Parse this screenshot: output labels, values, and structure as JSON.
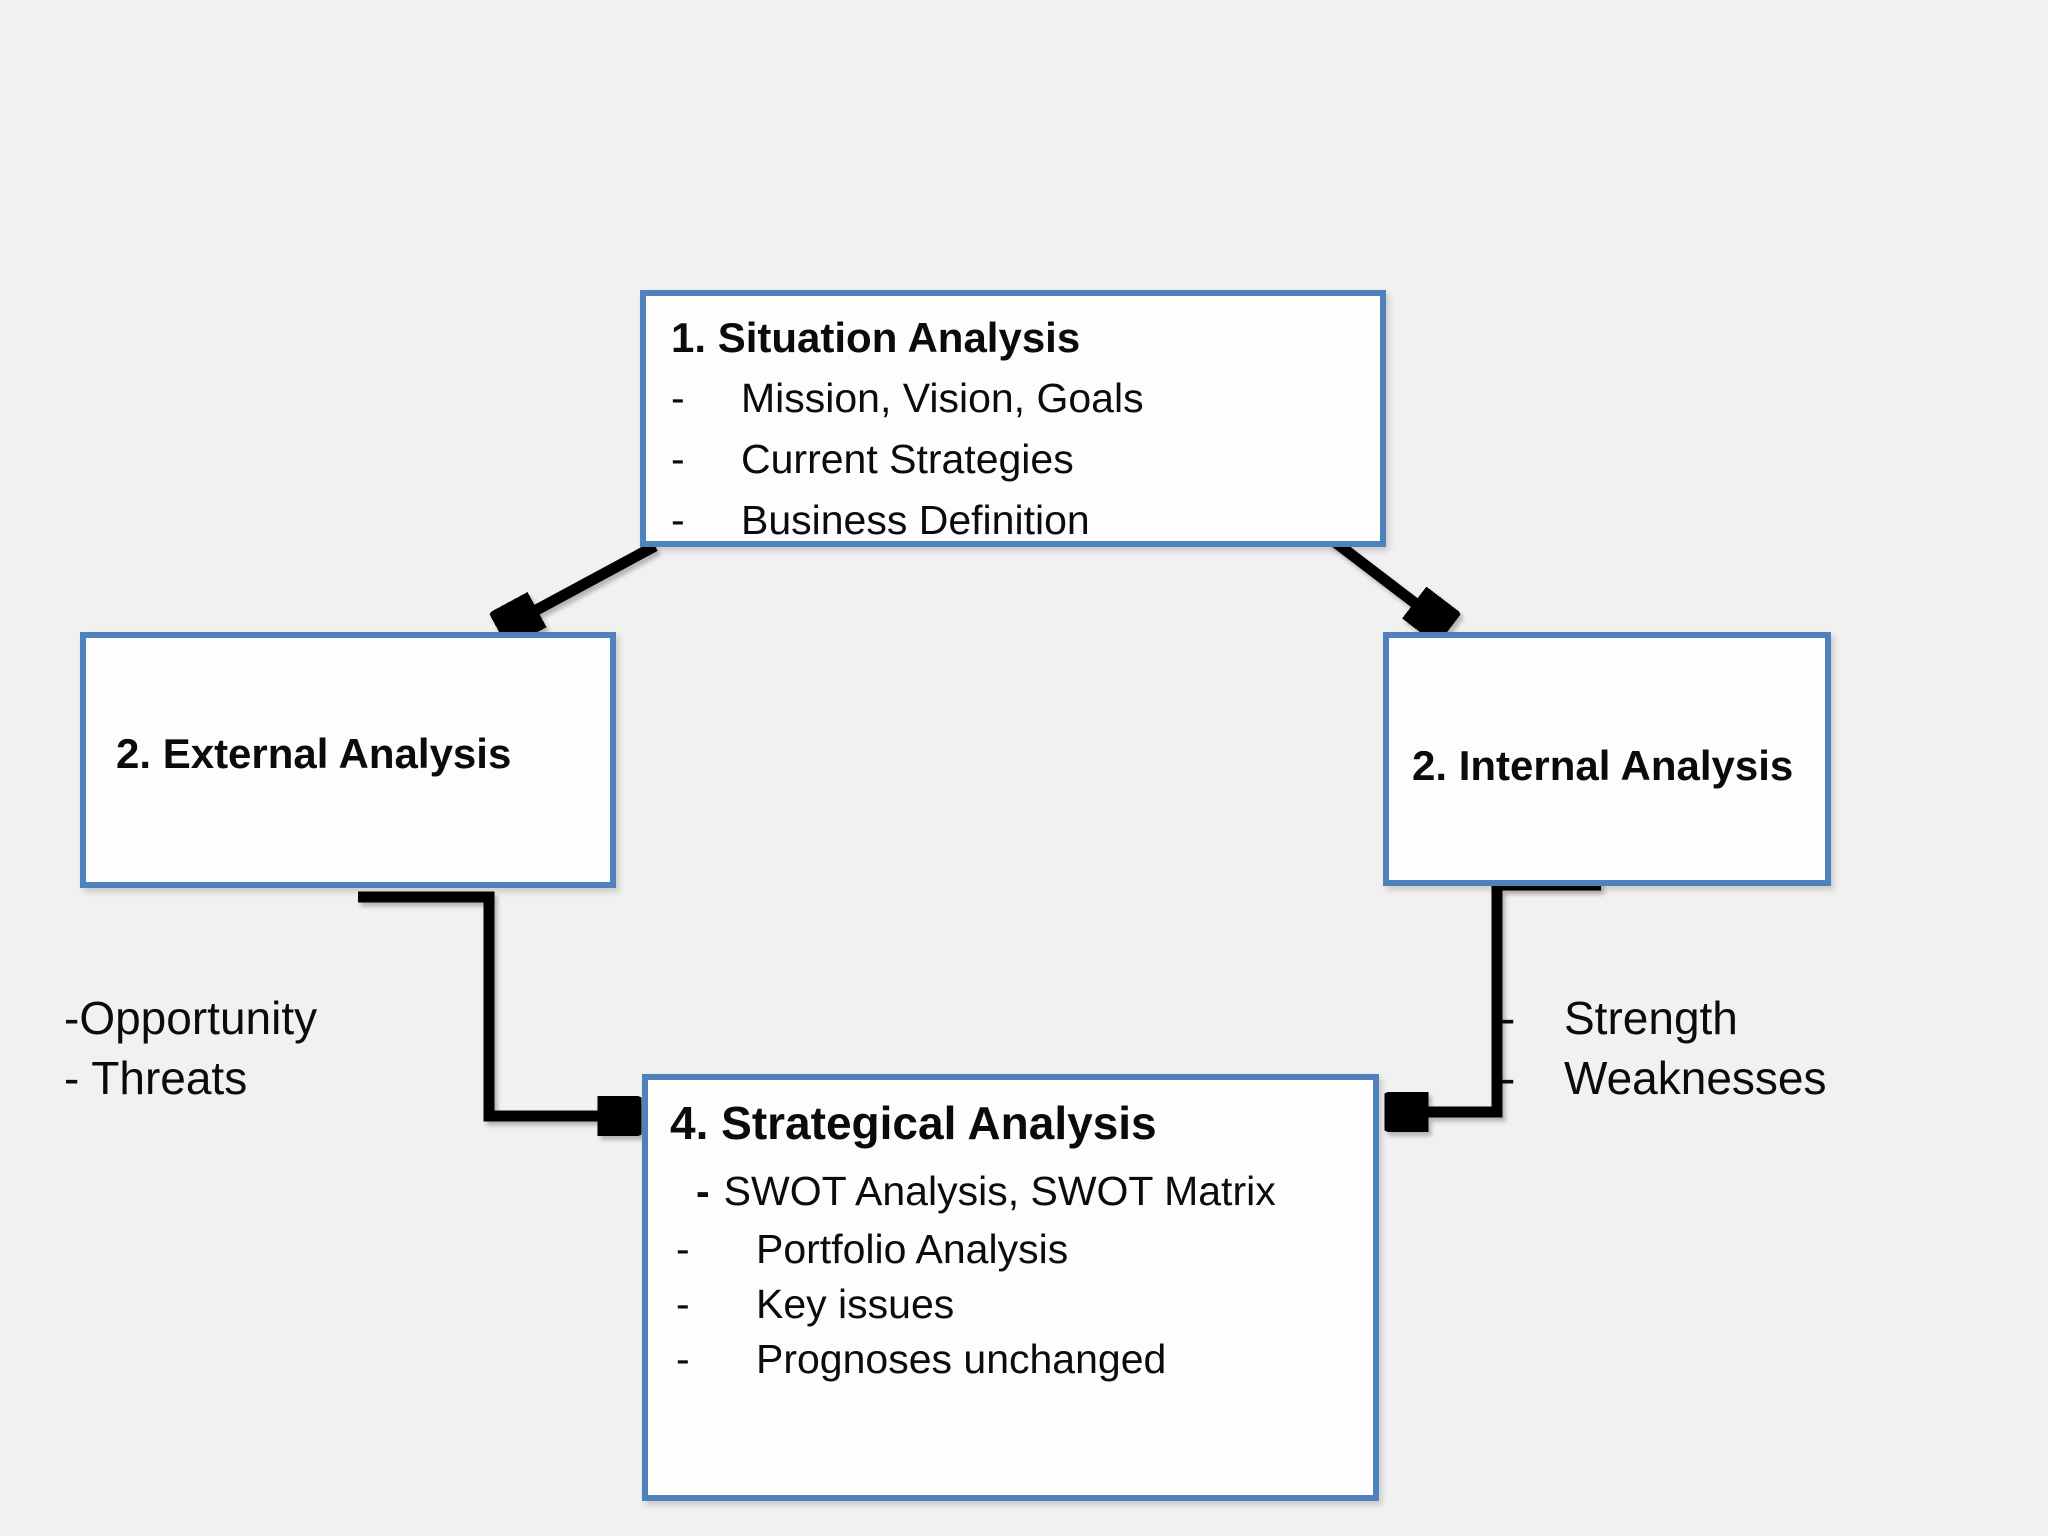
{
  "page": {
    "background": "#f1f1f1",
    "box_border_color": "#4f81bd",
    "box_fill_color": "#fdfdfd",
    "arrow_color": "#000000"
  },
  "chars": {
    "dash": "-"
  },
  "boxes": {
    "situation": {
      "title": "1. Situation Analysis",
      "bullets": [
        "Mission, Vision, Goals",
        "Current Strategies",
        "Business Definition"
      ]
    },
    "external": {
      "title": "2. External Analysis"
    },
    "internal": {
      "title": "2. Internal Analysis"
    },
    "strategical": {
      "title": "4. Strategical Analysis",
      "swot_line": "SWOT Analysis, SWOT Matrix",
      "bullets": [
        "Portfolio Analysis",
        "Key issues",
        "Prognoses unchanged"
      ]
    }
  },
  "labels": {
    "opportunity": "-Opportunity",
    "threats": "- Threats",
    "strength": "Strength",
    "weaknesses": "Weaknesses"
  }
}
